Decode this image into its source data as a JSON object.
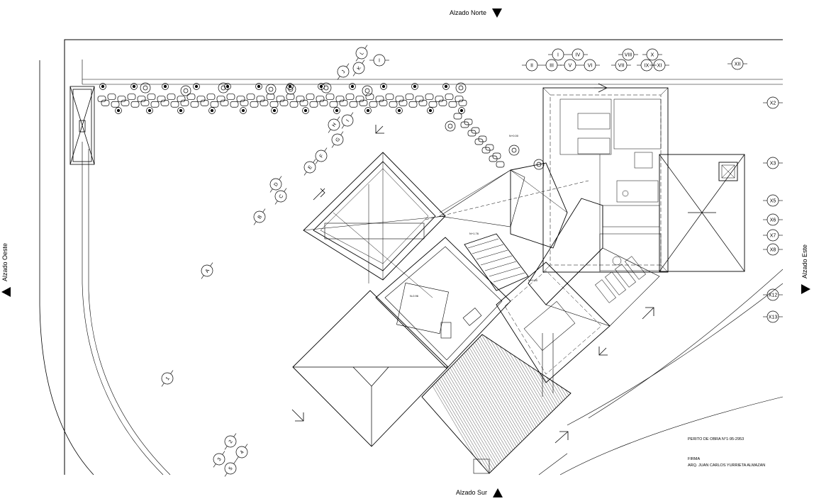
{
  "elevations": {
    "north": "Alzado Norte",
    "south": "Alzado Sur",
    "west": "Alzado Oeste",
    "east": "Alzado Este"
  },
  "title_block": {
    "perito": "PERITO DE OBRA N°1-95-2953",
    "firma": "FIRMA",
    "arquitecto": "ARQ. JUAN CARLOS YURRIETA ALMAZAN"
  },
  "levels": [
    "N+0.00",
    "N+1.76",
    "N-0.96",
    "N+0.20"
  ],
  "grid_top": [
    "I",
    "II",
    "III",
    "IV",
    "V",
    "VI",
    "VII",
    "VIII",
    "IX",
    "X",
    "XI",
    "XII"
  ],
  "grid_right": [
    "X2",
    "X3",
    "X5",
    "X6",
    "X7",
    "X8",
    "X12",
    "X13"
  ],
  "grid_diag_letters": [
    "A",
    "B",
    "C",
    "D",
    "E",
    "F",
    "G",
    "H",
    "I",
    "J",
    "K",
    "L"
  ],
  "grid_diag_numbers": [
    "1",
    "2",
    "3",
    "4",
    "5"
  ]
}
